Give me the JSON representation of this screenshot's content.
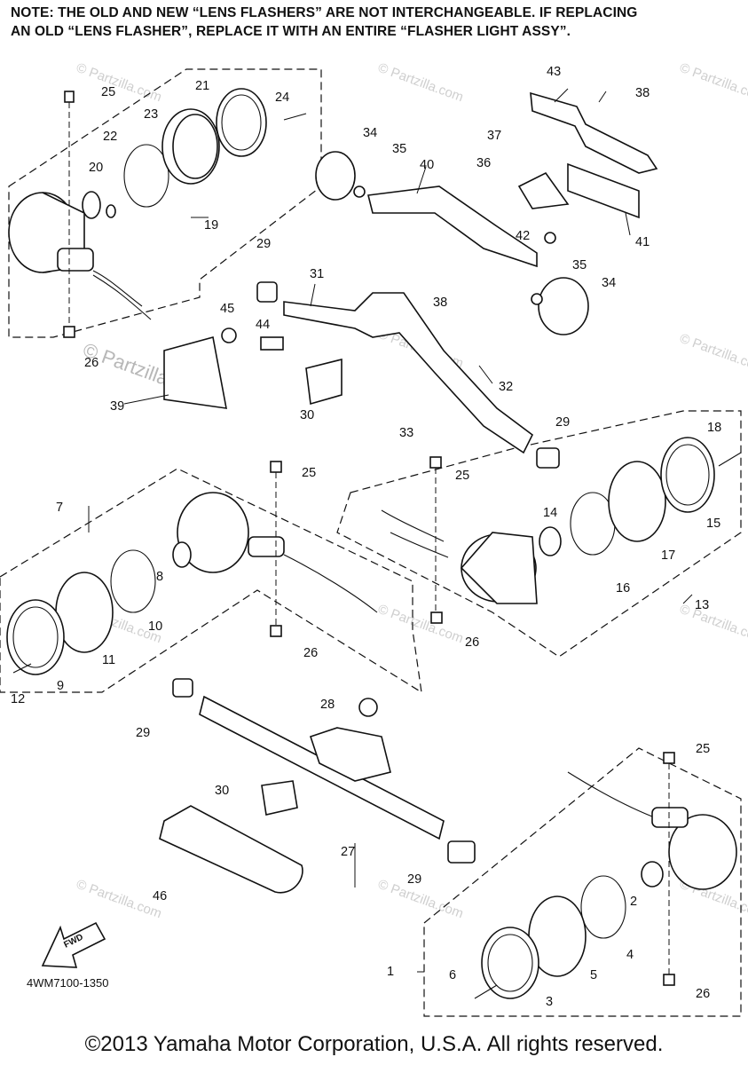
{
  "note": {
    "line1": "NOTE: THE OLD AND NEW “LENS FLASHERS” ARE NOT INTERCHANGEABLE. IF REPLACING",
    "line2": "AN OLD “LENS FLASHER”, REPLACE IT WITH AN ENTIRE “FLASHER LIGHT ASSY”."
  },
  "callouts": [
    "1",
    "2",
    "3",
    "4",
    "5",
    "6",
    "7",
    "8",
    "9",
    "10",
    "11",
    "12",
    "13",
    "14",
    "15",
    "16",
    "17",
    "18",
    "19",
    "20",
    "21",
    "22",
    "23",
    "24",
    "25",
    "25",
    "25",
    "25",
    "26",
    "26",
    "26",
    "26",
    "27",
    "28",
    "29",
    "29",
    "29",
    "29",
    "30",
    "30",
    "31",
    "32",
    "33",
    "34",
    "34",
    "35",
    "35",
    "36",
    "37",
    "38",
    "38",
    "39",
    "40",
    "41",
    "42",
    "43",
    "44",
    "45",
    "46"
  ],
  "watermark": {
    "text": "© Partzilla.com",
    "big": "© Partzilla.com"
  },
  "fwd_label": "FWD",
  "diagram_code": "4WM7100-1350",
  "copyright": "©2013 Yamaha Motor Corporation, U.S.A. All rights reserved."
}
